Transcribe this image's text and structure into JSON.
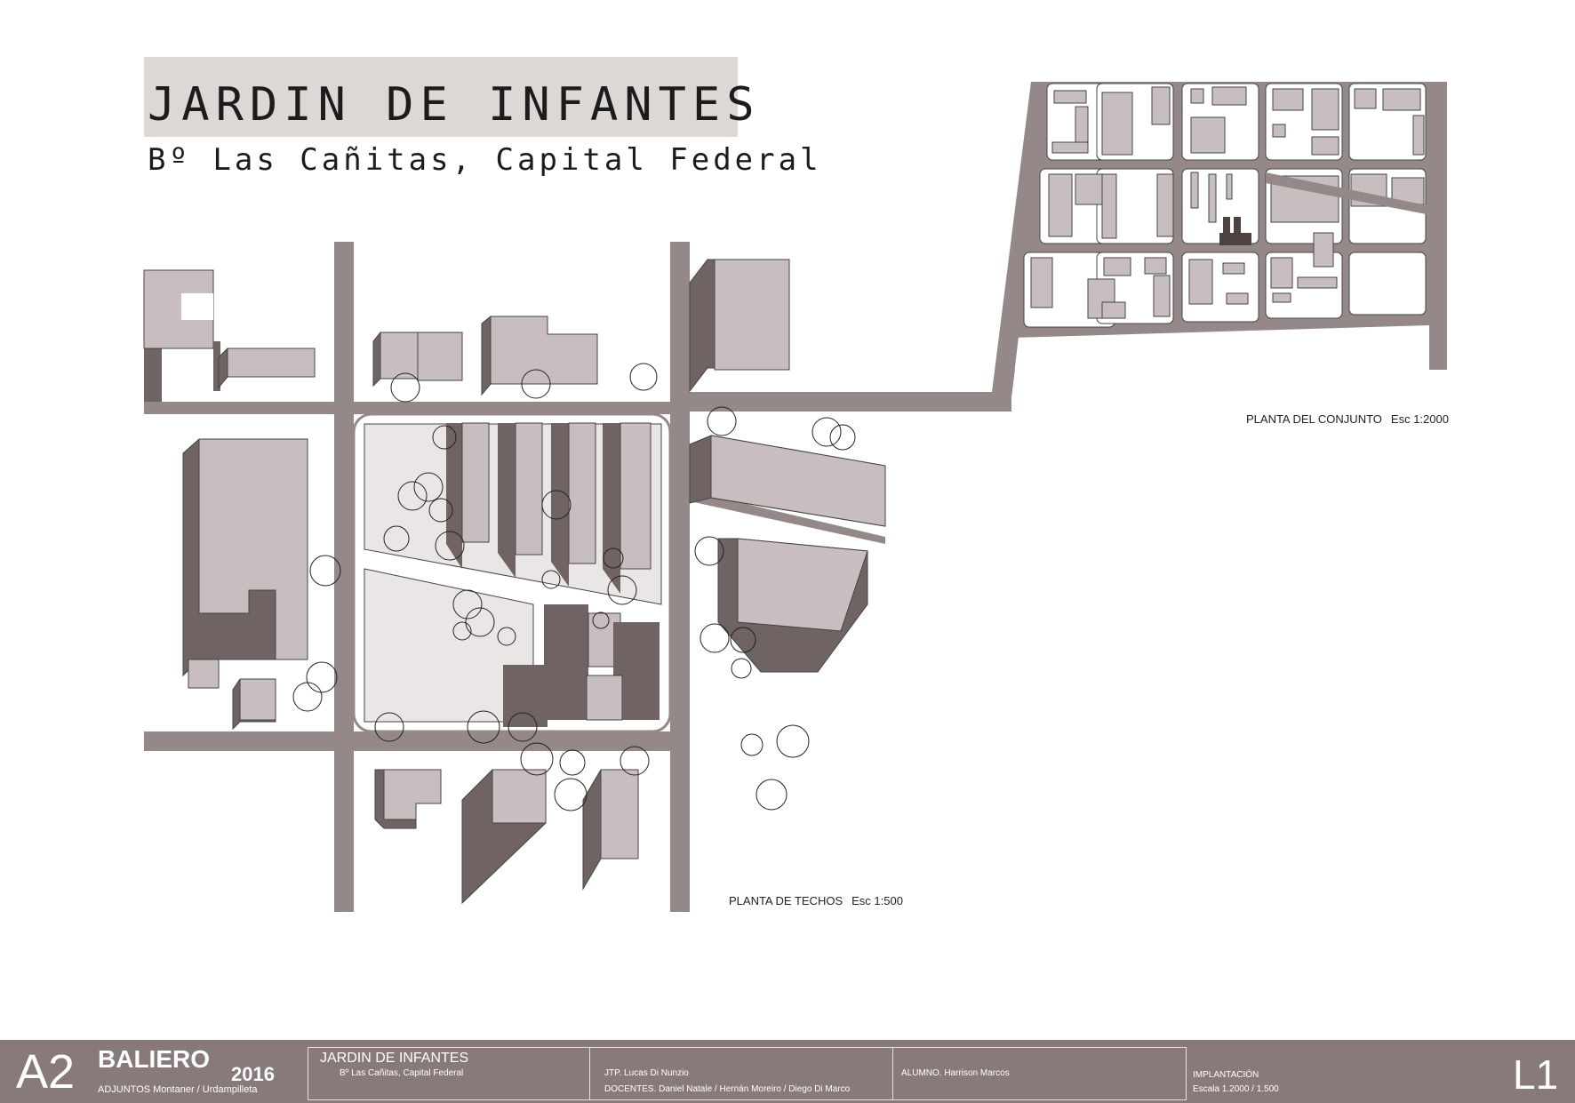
{
  "header": {
    "title": "JARDIN DE INFANTES",
    "subtitle": "Bº Las Cañitas, Capital Federal"
  },
  "plans": {
    "roof": {
      "label": "PLANTA DE TECHOS",
      "scale": "Esc 1:500"
    },
    "ensemble": {
      "label": "PLANTA DEL CONJUNTO",
      "scale": "Esc 1:2000"
    }
  },
  "colors": {
    "street": "#958888",
    "roof": "#c9bebf",
    "shadow": "#6f6363",
    "courtyard": "#ebe6e6",
    "footer": "#88797a",
    "title_box": "#ddd7d5"
  },
  "footer": {
    "format": "A2",
    "chair": "BALIERO",
    "year": "2016",
    "adjuntos": "ADJUNTOS  Montaner / Urdampilleta",
    "project_title": "JARDIN DE INFANTES",
    "project_location": "Bº Las Cañitas, Capital Federal",
    "jtp": "JTP.  Lucas Di Nunzio",
    "docentes": "DOCENTES.  Daniel Natale / Hernán Moreiro / Diego Di Marco",
    "alumno": "ALUMNO.  Harrison Marcos",
    "sheet_type": "IMPLANTACIÓN",
    "sheet_scale": "Escala 1.2000 / 1.500",
    "sheet_number": "L1"
  }
}
